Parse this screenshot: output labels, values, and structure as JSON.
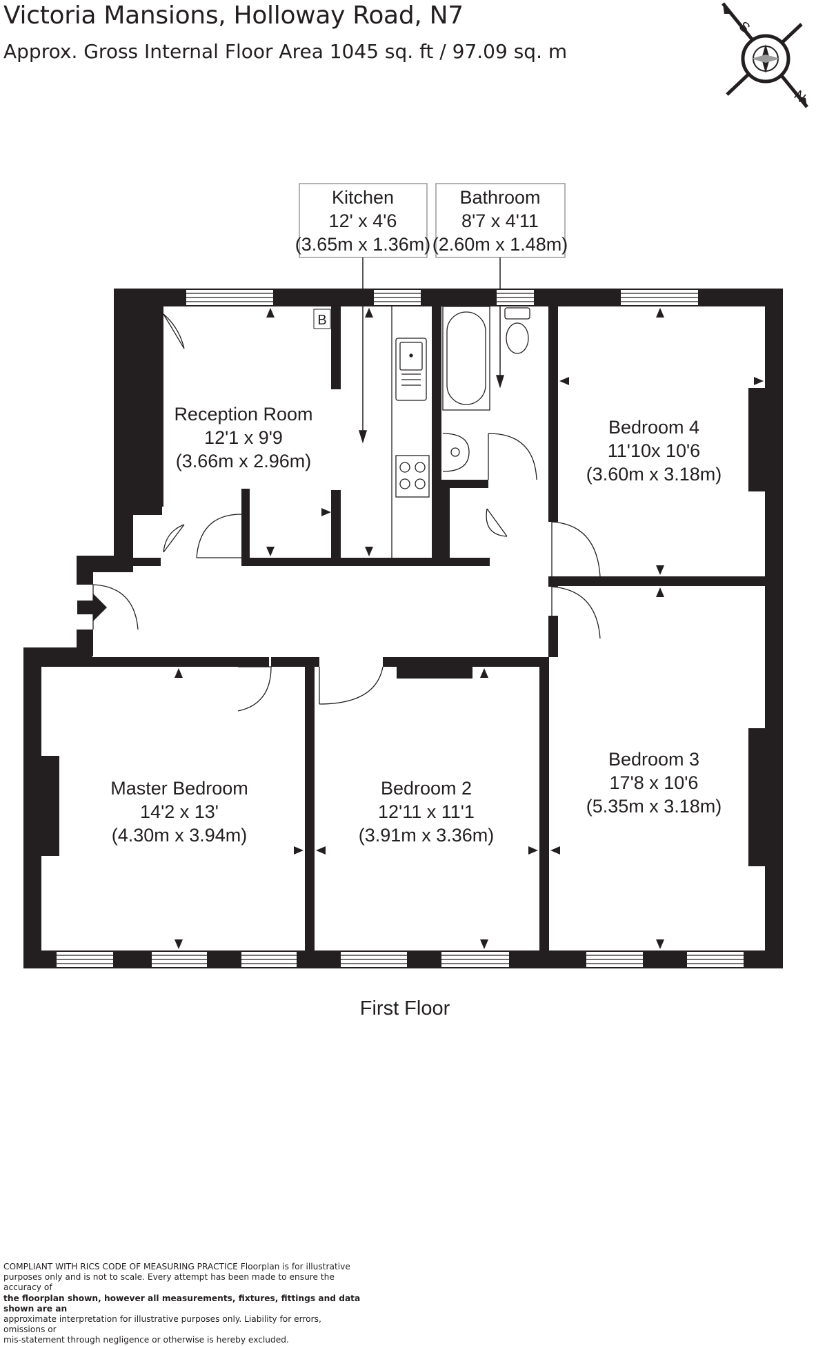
{
  "header": {
    "title": "Victoria Mansions, Holloway Road, N7",
    "area": "Approx. Gross Internal Floor Area 1045 sq. ft / 97.09 sq. m"
  },
  "compass": {
    "label_s": "S",
    "label_n": "N"
  },
  "boiler_label": "B",
  "rooms": {
    "kitchen": {
      "name": "Kitchen",
      "imperial": "12' x 4'6",
      "metric": "(3.65m x 1.36m)"
    },
    "bathroom": {
      "name": "Bathroom",
      "imperial": "8'7 x 4'11",
      "metric": "(2.60m x 1.48m)"
    },
    "reception": {
      "name": "Reception Room",
      "imperial": "12'1 x 9'9",
      "metric": "(3.66m x 2.96m)"
    },
    "bedroom4": {
      "name": "Bedroom 4",
      "imperial": "11'10x 10'6",
      "metric": "(3.60m x 3.18m)"
    },
    "master": {
      "name": "Master Bedroom",
      "imperial": "14'2 x 13'",
      "metric": "(4.30m x 3.94m)"
    },
    "bedroom2": {
      "name": "Bedroom 2",
      "imperial": "12'11 x 11'1",
      "metric": "(3.91m x 3.36m)"
    },
    "bedroom3": {
      "name": "Bedroom 3",
      "imperial": "17'8 x 10'6",
      "metric": "(5.35m x 3.18m)"
    }
  },
  "floor_label": "First Floor",
  "disclaimer": {
    "line1": "COMPLIANT WITH RICS CODE OF MEASURING PRACTICE  Floorplan is for illustrative",
    "line2": "purposes only and is not to scale. Every attempt has been made to ensure the accuracy of",
    "line3": "the floorplan shown, however all measurements, fixtures, fittings and data shown are an",
    "line4": "approximate interpretation for illustrative purposes only. Liability for errors, omissions or",
    "line5": "mis-statement through negligence or otherwise is hereby excluded."
  },
  "colors": {
    "wall": "#231f20",
    "window": "#ffffff",
    "line": "#231f20",
    "background": "#ffffff"
  }
}
